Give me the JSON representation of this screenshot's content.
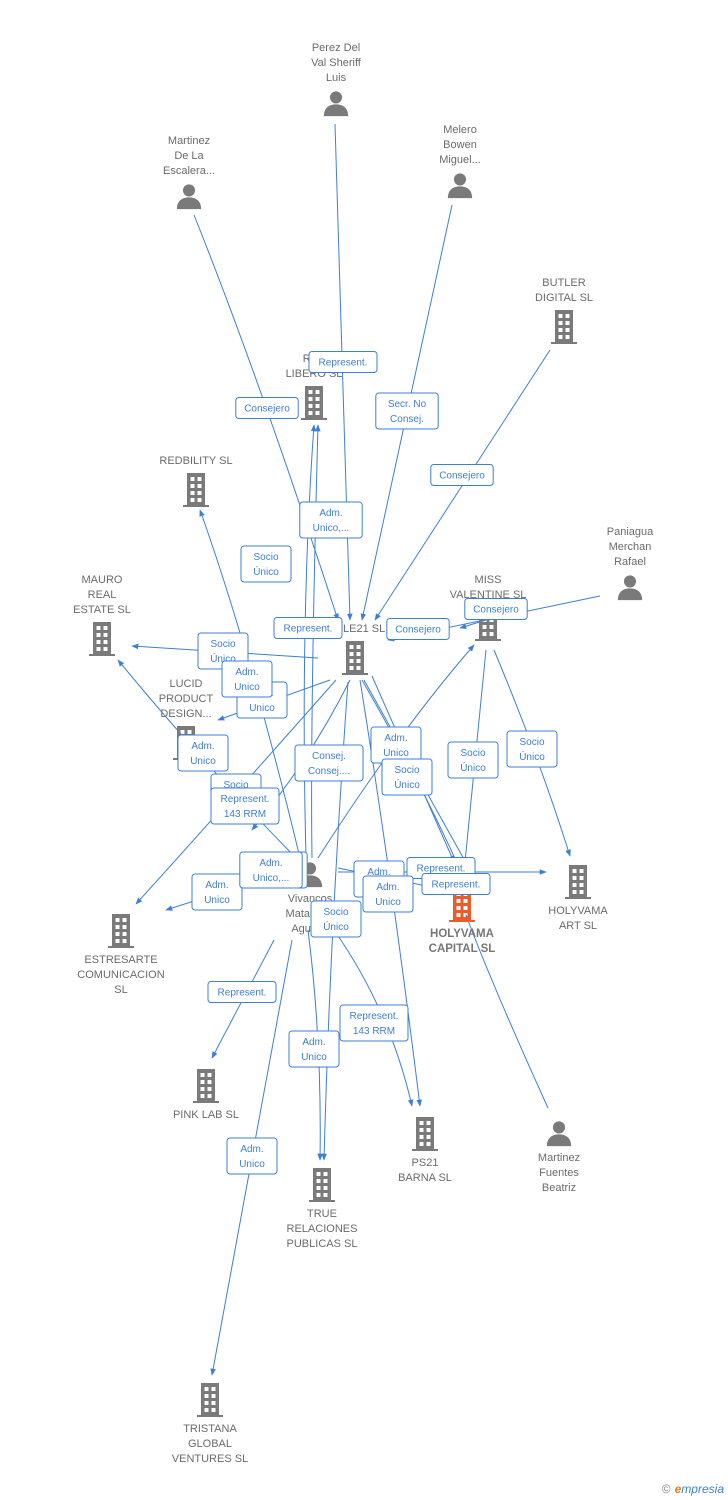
{
  "colors": {
    "edge": "#3d7fd4",
    "node": "#7a7a7a",
    "focus": "#f05a28"
  },
  "nodes": [
    {
      "id": "perez",
      "type": "person",
      "lines": [
        "Perez Del",
        "Val Sheriff",
        "Luis"
      ],
      "bold": false
    },
    {
      "id": "martinez_escalera",
      "type": "person",
      "lines": [
        "Martinez",
        "De La",
        "Escalera..."
      ],
      "bold": false
    },
    {
      "id": "melero",
      "type": "person",
      "lines": [
        "Melero",
        "Bowen",
        "Miguel..."
      ],
      "bold": false
    },
    {
      "id": "butler",
      "type": "company",
      "lines": [
        "BUTLER",
        "DIGITAL  SL"
      ],
      "bold": false
    },
    {
      "id": "rey",
      "type": "company",
      "lines": [
        "REY",
        "LIBERO SL"
      ],
      "bold": false
    },
    {
      "id": "redbility",
      "type": "company",
      "lines": [
        "REDBILITY SL"
      ],
      "bold": false
    },
    {
      "id": "paniagua",
      "type": "person",
      "lines": [
        "Paniagua",
        "Merchan",
        "Rafael"
      ],
      "bold": false
    },
    {
      "id": "mauro",
      "type": "company",
      "lines": [
        "MAURO",
        "REAL",
        "ESTATE  SL"
      ],
      "bold": false
    },
    {
      "id": "miss",
      "type": "company",
      "lines": [
        "MISS",
        "VALENTINE  SL"
      ],
      "bold": false
    },
    {
      "id": "le21",
      "type": "company",
      "lines": [
        "LE21 SL"
      ],
      "bold": false
    },
    {
      "id": "lucid",
      "type": "company",
      "lines": [
        "LUCID",
        "PRODUCT",
        "DESIGN..."
      ],
      "bold": false
    },
    {
      "id": "vivancos",
      "type": "person",
      "lines": [
        "Vivancos",
        "Matamo...",
        "Agust..."
      ],
      "bold": false
    },
    {
      "id": "holyvama_capital",
      "type": "company-focus",
      "lines": [
        "HOLYVAMA",
        "CAPITAL  SL"
      ],
      "bold": true
    },
    {
      "id": "holyvama_art",
      "type": "company",
      "lines": [
        "HOLYVAMA",
        "ART  SL"
      ],
      "bold": false
    },
    {
      "id": "estresarte",
      "type": "company",
      "lines": [
        "ESTRESARTE",
        "COMUNICACION",
        "SL"
      ],
      "bold": false
    },
    {
      "id": "pinklab",
      "type": "company",
      "lines": [
        "PINK LAB  SL"
      ],
      "bold": false
    },
    {
      "id": "ps21",
      "type": "company",
      "lines": [
        "PS21",
        "BARNA  SL"
      ],
      "bold": false
    },
    {
      "id": "martinez_fuentes",
      "type": "person",
      "lines": [
        "Martinez",
        "Fuentes",
        "Beatriz"
      ],
      "bold": false
    },
    {
      "id": "true",
      "type": "company",
      "lines": [
        "TRUE",
        "RELACIONES",
        "PUBLICAS  SL"
      ],
      "bold": false
    },
    {
      "id": "tristana",
      "type": "company",
      "lines": [
        "TRISTANA",
        "GLOBAL",
        "VENTURES  SL"
      ],
      "bold": false
    }
  ],
  "edges": [
    {
      "from": "perez",
      "to": "le21",
      "label": [
        "Represent."
      ]
    },
    {
      "from": "martinez_escalera",
      "to": "le21",
      "label": [
        "Consejero"
      ]
    },
    {
      "from": "melero",
      "to": "le21",
      "label": [
        "Secr.  No",
        "Consej."
      ]
    },
    {
      "from": "butler",
      "to": "le21",
      "label": [
        "Consejero"
      ]
    },
    {
      "from": "vivancos",
      "to": "rey",
      "label": [
        "Adm.",
        "Unico,..."
      ]
    },
    {
      "from": "vivancos",
      "to": "redbility",
      "label": [
        "Socio",
        "Único"
      ]
    },
    {
      "from": "paniagua",
      "to": "miss",
      "label": [
        "Consejero"
      ]
    },
    {
      "from": "miss",
      "to": "le21",
      "label": [
        "Consejero"
      ]
    },
    {
      "from": "vivancos",
      "to": "le21",
      "label": [
        "Represent."
      ]
    },
    {
      "from": "le21",
      "to": "mauro",
      "label": [
        "Socio",
        "Único"
      ]
    },
    {
      "from": "le21",
      "to": "lucid",
      "label": [
        "Adm.",
        "Unico"
      ]
    },
    {
      "from": "vivancos",
      "to": "mauro",
      "label": [
        "Adm.",
        "Unico"
      ]
    },
    {
      "from": "vivancos",
      "to": "miss",
      "label": [
        "Adm.",
        "Unico"
      ]
    },
    {
      "from": "le21",
      "to": "holyvama_capital",
      "label": [
        "Socio",
        "Único"
      ]
    },
    {
      "from": "miss",
      "to": "holyvama_capital",
      "label": [
        "Socio",
        "Único"
      ]
    },
    {
      "from": "miss",
      "to": "holyvama_art",
      "label": [
        "Socio",
        "Único"
      ]
    },
    {
      "from": "vivancos",
      "to": "estresarte",
      "label": [
        "Adm.",
        "Unico"
      ]
    },
    {
      "from": "le21",
      "to": "estresarte",
      "label": [
        "Socio",
        "Único"
      ]
    },
    {
      "from": "vivancos",
      "to": "holyvama_capital",
      "label": [
        "Adm.",
        "Unico"
      ]
    },
    {
      "from": "vivancos",
      "to": "holyvama_art",
      "label": [
        "Adm.",
        "Unico,..."
      ]
    },
    {
      "from": "martinez_fuentes",
      "to": "holyvama_capital",
      "label": [
        "Represent."
      ]
    },
    {
      "from": "vivancos",
      "to": "pinklab",
      "label": [
        "Represent."
      ]
    },
    {
      "from": "vivancos",
      "to": "ps21",
      "label": [
        "Represent.",
        "143 RRM"
      ]
    },
    {
      "from": "vivancos",
      "to": "true",
      "label": [
        "Adm.",
        "Unico"
      ]
    },
    {
      "from": "vivancos",
      "to": "tristana",
      "label": [
        "Adm.",
        "Unico"
      ]
    },
    {
      "from": "le21",
      "to": "true",
      "label": [
        "Socio",
        "Único"
      ]
    },
    {
      "from": "le21",
      "to": "ps21",
      "label": [
        "Consej.",
        "Consej...."
      ]
    }
  ],
  "extra_labels": [
    [
      "Adm.",
      "Unico,..."
    ],
    [
      "Represent.",
      "143 RRM"
    ],
    [
      "Adm.",
      "Unico"
    ],
    [
      "Adm.",
      "Unico"
    ],
    [
      "Represent."
    ]
  ],
  "watermark": {
    "symbol": "©",
    "brand_e": "e",
    "brand_rest": "mpresia"
  }
}
